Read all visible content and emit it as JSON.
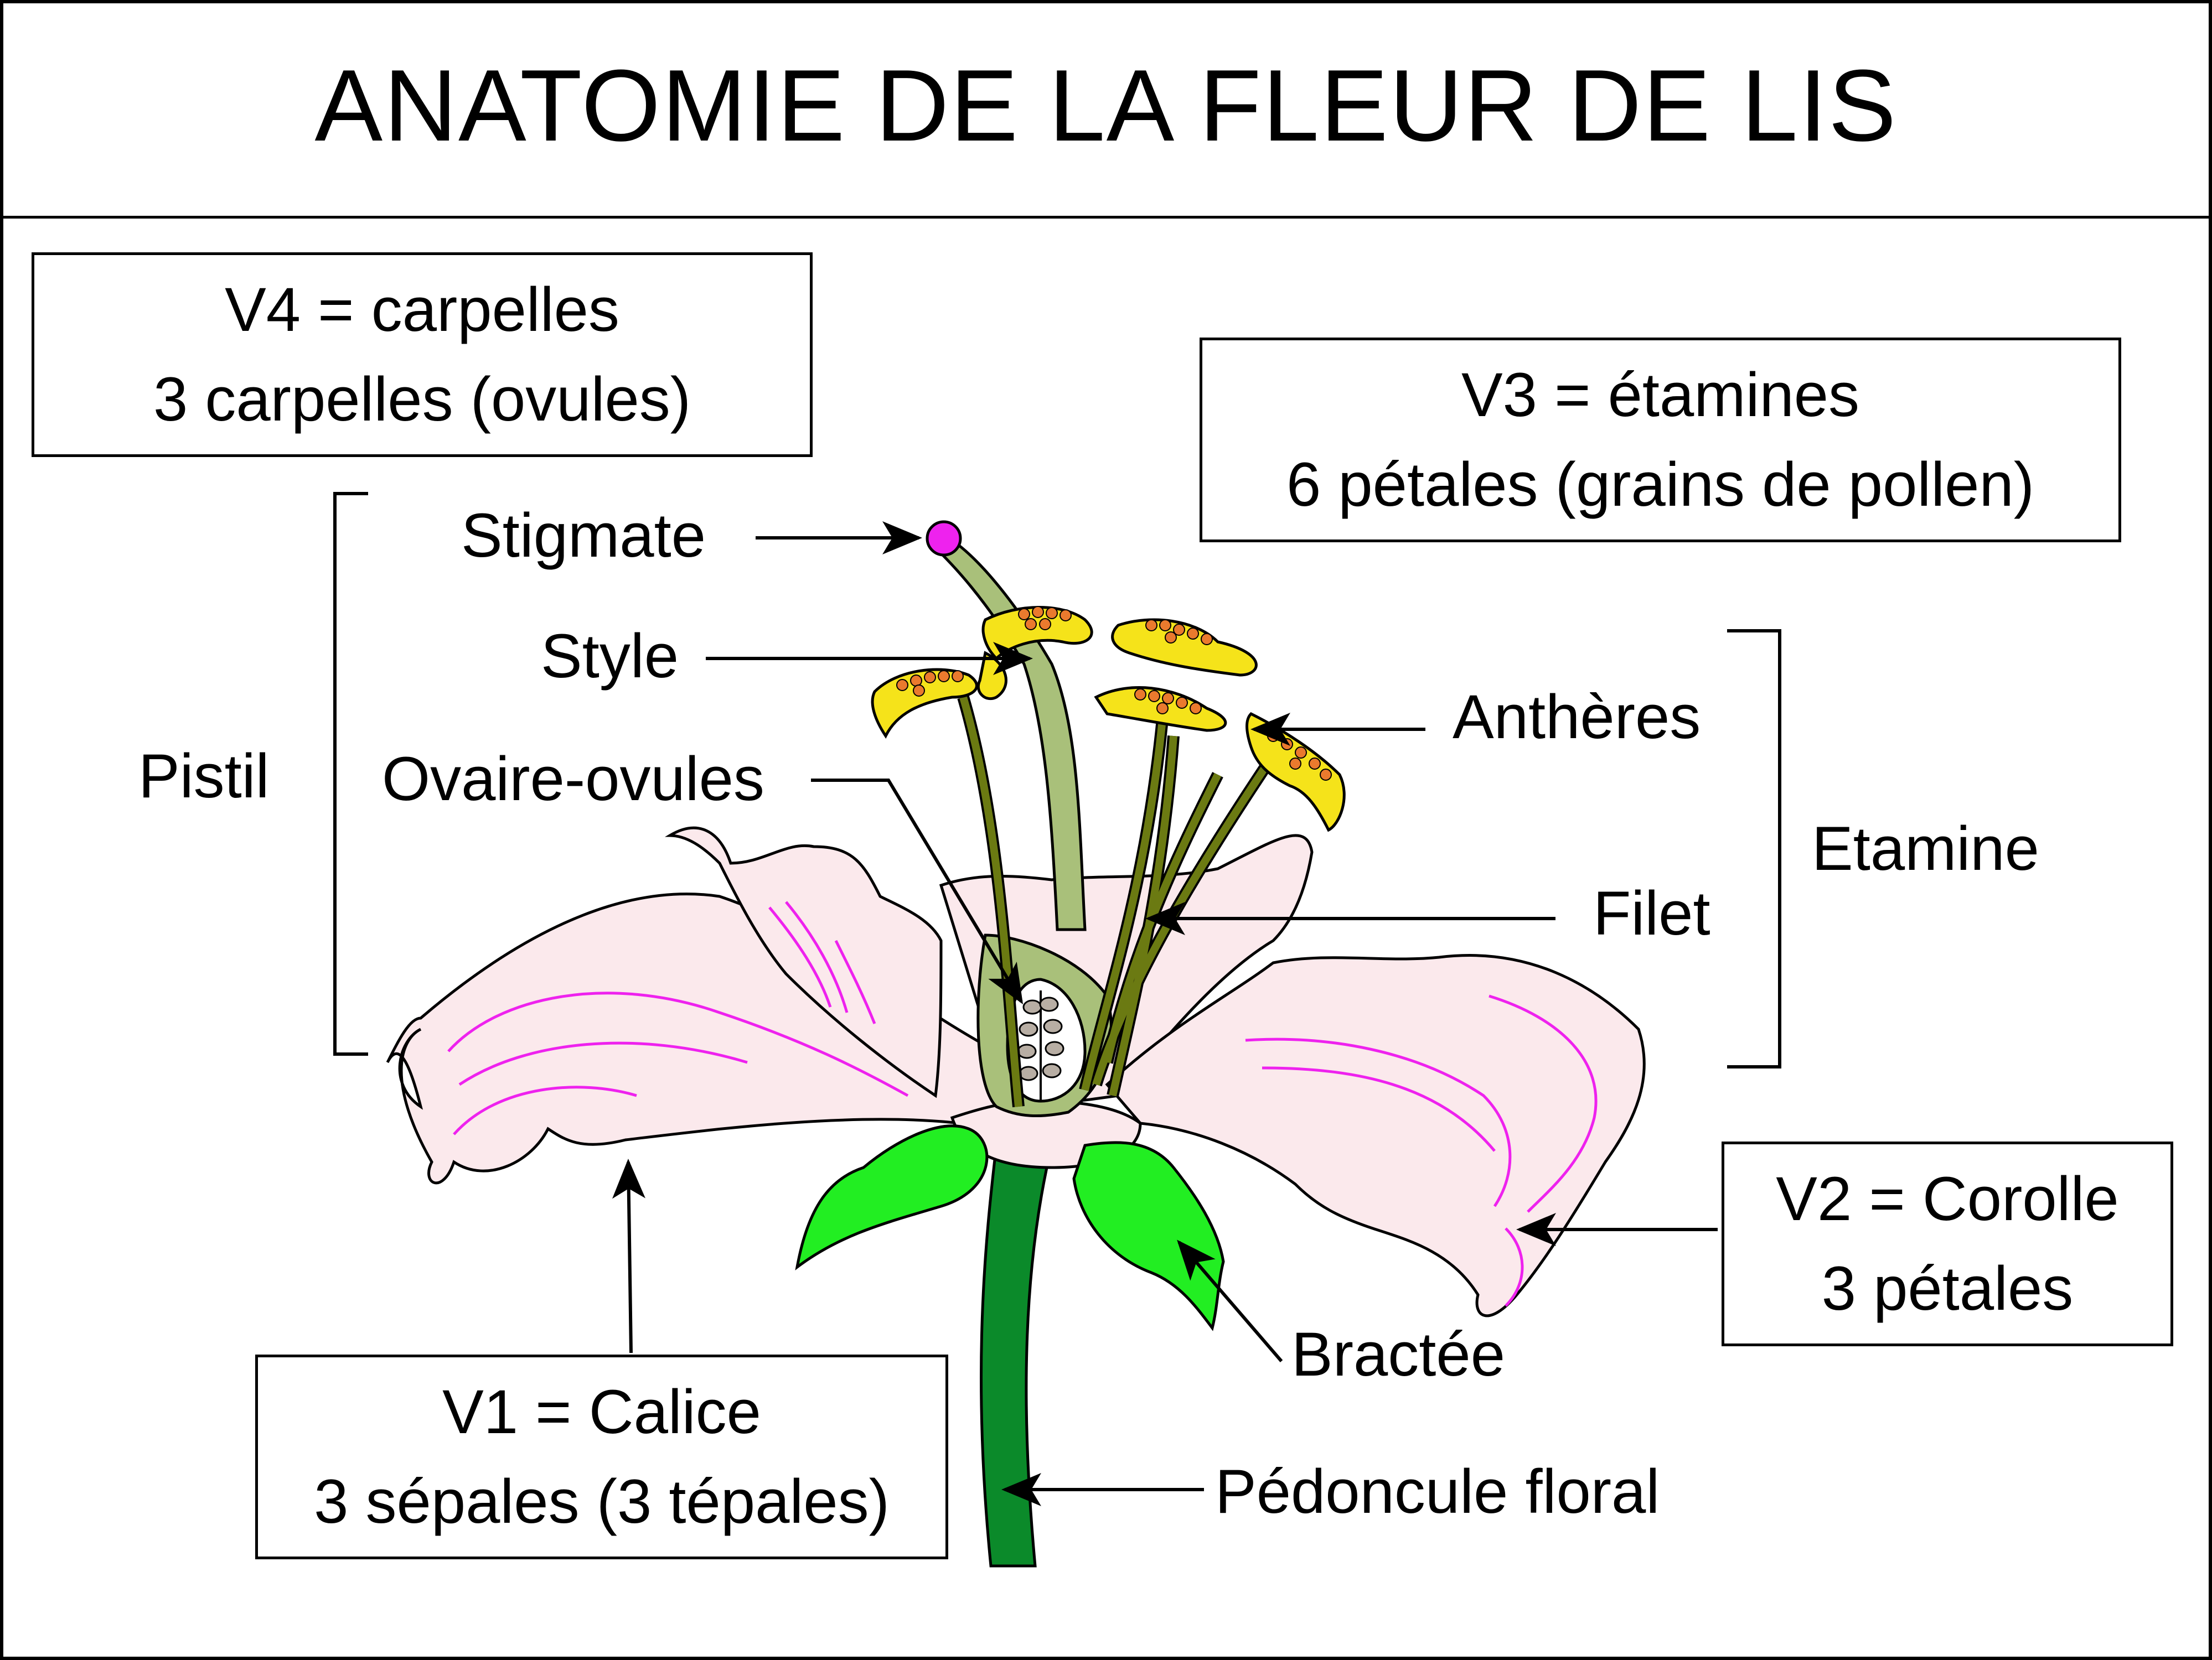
{
  "title": "ANATOMIE DE LA FLEUR DE LIS",
  "boxes": {
    "v4": {
      "line1": "V4 = carpelles",
      "line2": "3 carpelles (ovules)"
    },
    "v3": {
      "line1": "V3 = étamines",
      "line2": "6 pétales (grains de pollen)"
    },
    "v2": {
      "line1": "V2 = Corolle",
      "line2": "3 pétales"
    },
    "v1": {
      "line1": "V1 = Calice",
      "line2": "3 sépales (3 tépales)"
    }
  },
  "labels": {
    "stigmate": "Stigmate",
    "style": "Style",
    "ovaire": "Ovaire-ovules",
    "pistil": "Pistil",
    "antheres": "Anthères",
    "etamine": "Etamine",
    "filet": "Filet",
    "bractee": "Bractée",
    "pedoncule": "Pédoncule floral"
  },
  "colors": {
    "petal": "#fbe9ec",
    "petal_vein": "#ee22ee",
    "stem": "#0b8a2a",
    "bract": "#22ee22",
    "style": "#a9c07a",
    "filament": "#6b7a12",
    "anther": "#f5e31a",
    "pollen": "#ea7a2e",
    "stigma": "#ee22ee",
    "ovule": "#b8aea4"
  }
}
